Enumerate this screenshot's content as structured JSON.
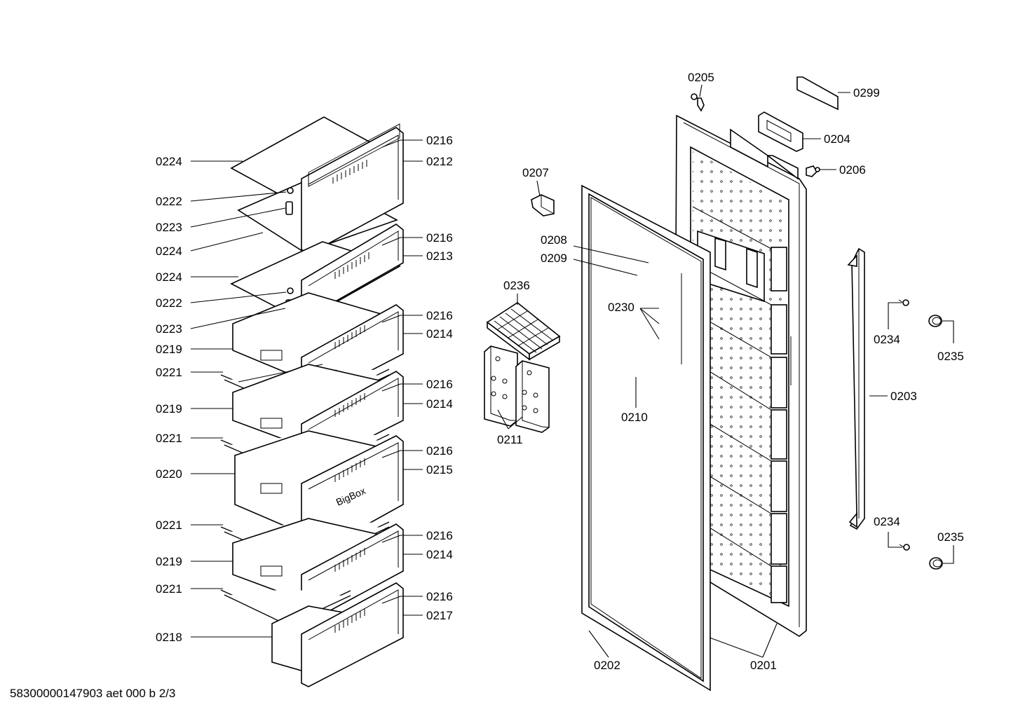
{
  "document_id": "58300000147903 aet 000 b 2/3",
  "drawer_brand_text": "BigBox",
  "callouts": [
    "0224",
    "0222",
    "0223",
    "0224",
    "0224",
    "0222",
    "0223",
    "0219",
    "0221",
    "0219",
    "0221",
    "0220",
    "0221",
    "0219",
    "0221",
    "0218",
    "0216",
    "0212",
    "0216",
    "0213",
    "0216",
    "0214",
    "0216",
    "0214",
    "0216",
    "0215",
    "0216",
    "0214",
    "0216",
    "0217",
    "0207",
    "0208",
    "0209",
    "0236",
    "0230",
    "0211",
    "0210",
    "0202",
    "0201",
    "0205",
    "0299",
    "0204",
    "0206",
    "0234",
    "0235",
    "0203",
    "0234",
    "0235"
  ]
}
